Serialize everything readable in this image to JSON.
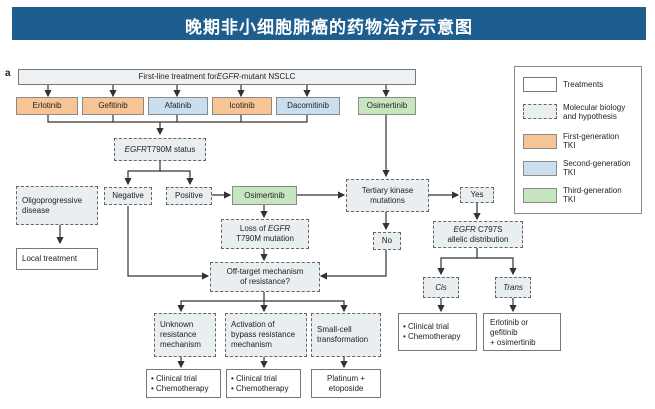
{
  "banner": {
    "title": "晚期非小细胞肺癌的药物治疗示意图",
    "color": "#1d5e8f"
  },
  "panel": {
    "letter": "a"
  },
  "first_line": {
    "text_prefix": "First-line treatment for ",
    "gene": "EGFR",
    "text_suffix": "-mutant NSCLC"
  },
  "drugs": {
    "erlotinib": "Erlotinib",
    "gefitinib": "Gefitinib",
    "afatinib": "Afatinib",
    "icotinib": "Icotinib",
    "dacomitinib": "Dacomitinib",
    "osimertinib": "Osimertinib"
  },
  "t790m_status": {
    "gene": "EGFR",
    "text": " T790M status"
  },
  "oligo": {
    "line1": "Oligoprogressive",
    "line2": "disease"
  },
  "local_treatment": "Local treatment",
  "negative": "Negative",
  "positive": "Positive",
  "osimertinib_mid": "Osimertinib",
  "tertiary": {
    "line1": "Tertiary kinase",
    "line2": "mutations"
  },
  "yes": "Yes",
  "no": "No",
  "loss": {
    "line1_prefix": "Loss of ",
    "gene": "EGFR",
    "line2": "T790M mutation"
  },
  "c797s": {
    "gene": "EGFR",
    "line1_suffix": " C797S",
    "line2": "allelic distribution"
  },
  "cis": "Cis",
  "trans": "Trans",
  "offtarget": {
    "line1": "Off-target mechanism",
    "line2": "of resistance?"
  },
  "unknown": {
    "line1": "Unknown",
    "line2": "resistance",
    "line3": "mechanism"
  },
  "bypass": {
    "line1": "Activation of",
    "line2": "bypass resistance",
    "line3": "mechanism"
  },
  "smallcell": {
    "line1": "Small-cell",
    "line2": "transformation"
  },
  "outcomes": {
    "clinical_trial": "Clinical trial",
    "chemotherapy": "Chemotherapy",
    "platinum_line1": "Platinum +",
    "platinum_line2": "etoposide",
    "erl_line1": "Erlotinib or",
    "erl_line2": "gefitinib",
    "erl_line3": "+ osimertinib"
  },
  "legend": {
    "treatments": "Treatments",
    "molecular_line1": "Molecular biology",
    "molecular_line2": "and hypothesis",
    "first_line1": "First-generation",
    "first_line2": "TKI",
    "second_line1": "Second-generation",
    "second_line2": "TKI",
    "third_line1": "Third-generation",
    "third_line2": "TKI"
  },
  "colors": {
    "first_generation": "#f7c496",
    "second_generation": "#c9dff0",
    "third_generation": "#c7e6c0",
    "hypothesis": "#e9eef1"
  }
}
